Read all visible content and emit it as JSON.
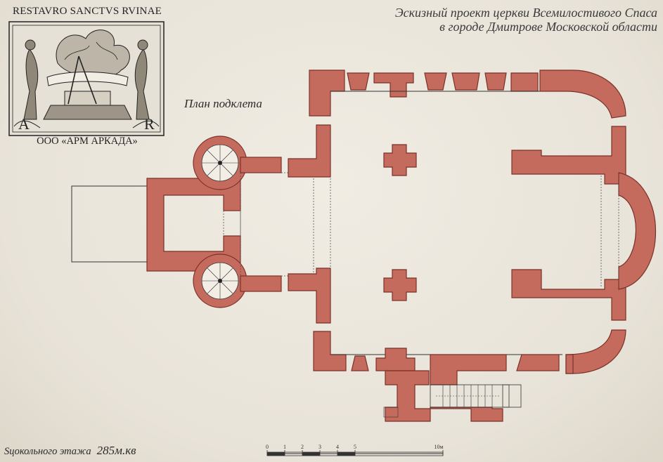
{
  "logo": {
    "motto": "RESTAVRO SANCTVS RVINAE",
    "initial_left": "A",
    "initial_right": "R",
    "company": "ООО «АРМ АРКАДА»"
  },
  "title": {
    "line1": "Эскизный проект церкви Всемилостивого Спаса",
    "line2": "в городе Дмитрове Московской области"
  },
  "plan_label": "План подклета",
  "area": {
    "label": "Sцокольного этажа",
    "value": "285м.кв"
  },
  "scale": {
    "ticks": [
      "0",
      "1",
      "2",
      "3",
      "4",
      "5",
      "10м"
    ]
  },
  "colors": {
    "wall": "#c56b5e",
    "paper": "#ece8de"
  }
}
